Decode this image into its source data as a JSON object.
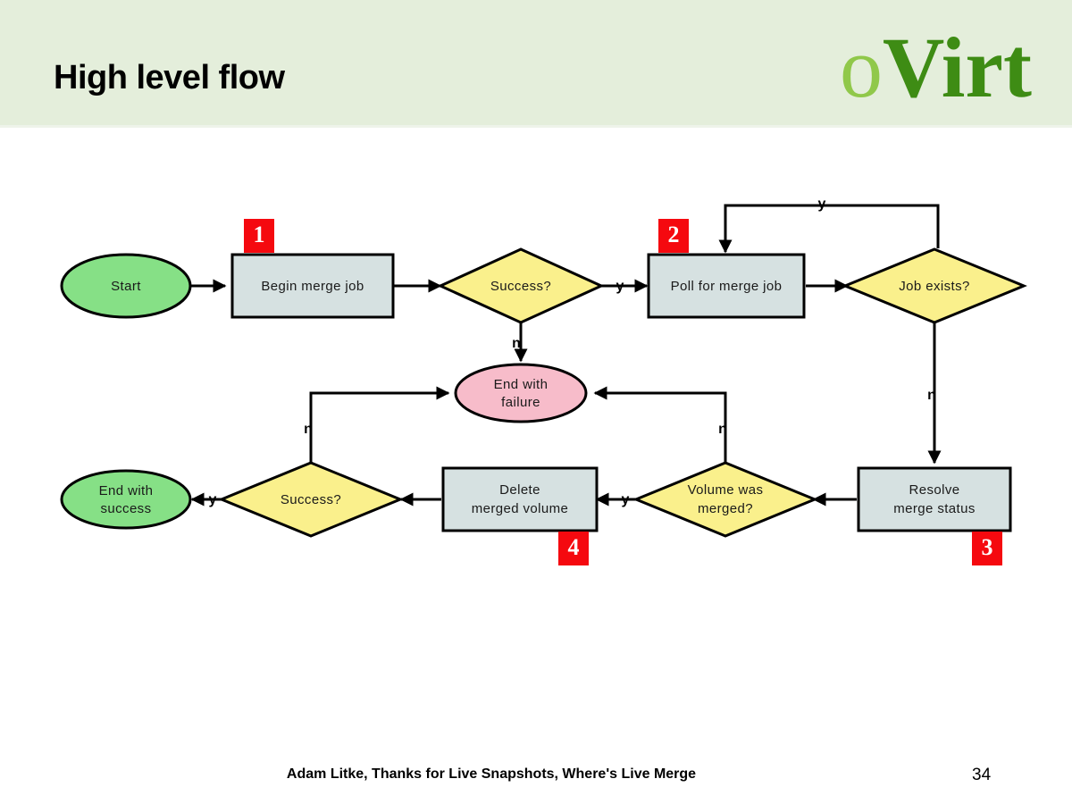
{
  "slide": {
    "title": "High level flow",
    "brand": {
      "logo_prefix": "o",
      "logo_name": "Virt"
    },
    "footer": "Adam Litke, Thanks for Live Snapshots, Where's Live Merge",
    "page_number": "34",
    "colors": {
      "header_bg": "#e4eedb",
      "logo_light_green": "#90c84a",
      "logo_dark_green": "#3e8c14",
      "terminal_green": "#86e086",
      "failure_pink": "#f7bcca",
      "process_blue_gray": "#d6e1e1",
      "decision_yellow": "#faf08c",
      "badge_red": "#f5090f",
      "stroke": "#000000"
    }
  },
  "flowchart": {
    "nodes": {
      "start": {
        "label": "Start",
        "shape": "ellipse"
      },
      "begin_merge": {
        "label": "Begin merge job",
        "shape": "process"
      },
      "success_top": {
        "label": "Success?",
        "shape": "decision"
      },
      "poll_merge": {
        "label": "Poll for merge job",
        "shape": "process"
      },
      "job_exists": {
        "label": "Job exists?",
        "shape": "decision"
      },
      "end_failure_l1": {
        "label": "End with",
        "shape": "ellipse"
      },
      "end_failure_l2": {
        "label": "failure",
        "shape": "ellipse"
      },
      "end_success_l1": {
        "label": "End with",
        "shape": "ellipse"
      },
      "end_success_l2": {
        "label": "success",
        "shape": "ellipse"
      },
      "success_bottom": {
        "label": "Success?",
        "shape": "decision"
      },
      "delete_volume_l1": {
        "label": "Delete",
        "shape": "process"
      },
      "delete_volume_l2": {
        "label": "merged volume",
        "shape": "process"
      },
      "volume_merged_l1": {
        "label": "Volume was",
        "shape": "decision"
      },
      "volume_merged_l2": {
        "label": "merged?",
        "shape": "decision"
      },
      "resolve_status_l1": {
        "label": "Resolve",
        "shape": "process"
      },
      "resolve_status_l2": {
        "label": "merge status",
        "shape": "process"
      }
    },
    "edge_labels": {
      "success_top_yes": "y",
      "success_top_no": "n",
      "job_exists_yes": "y",
      "job_exists_no": "n",
      "volume_merged_yes": "y",
      "volume_merged_no": "n",
      "success_bottom_yes": "y",
      "success_bottom_no": "n"
    },
    "badges": [
      {
        "id": "badge-1",
        "number": "1",
        "target": "Begin merge job"
      },
      {
        "id": "badge-2",
        "number": "2",
        "target": "Poll for merge job"
      },
      {
        "id": "badge-3",
        "number": "3",
        "target": "Resolve merge status"
      },
      {
        "id": "badge-4",
        "number": "4",
        "target": "Delete merged volume"
      }
    ]
  }
}
